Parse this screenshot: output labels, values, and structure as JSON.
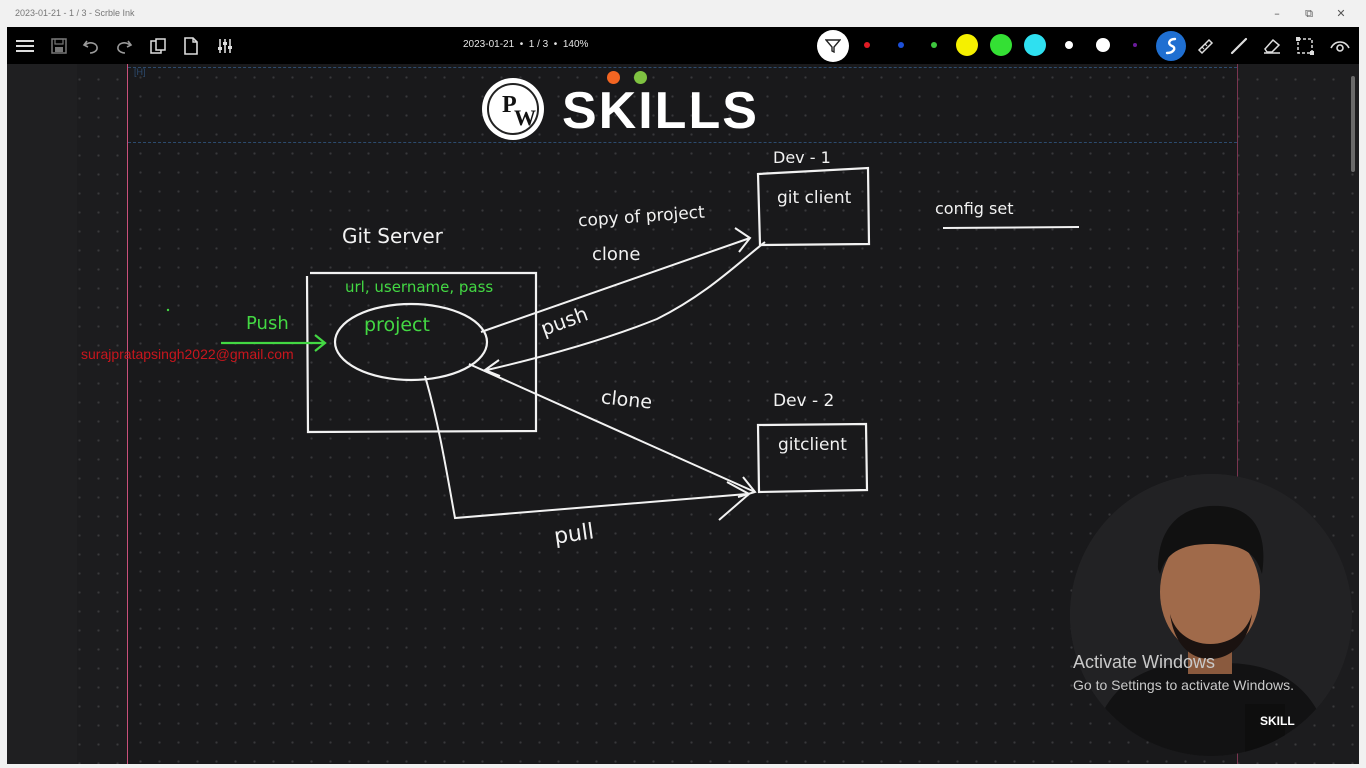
{
  "window": {
    "title": "2023-01-21 - 1 / 3 - Scrble Ink",
    "controls": {
      "minimize": "–",
      "restore": "⧉",
      "close": "✕"
    }
  },
  "toolbar": {
    "doc_info": "2023-01-21  •  1 / 3  •  140%",
    "left_icons": [
      "menu-icon",
      "save-icon",
      "undo-icon",
      "redo-icon",
      "clipboard-icon",
      "page-icon",
      "sliders-icon"
    ],
    "right_icons": [
      "pen-icon",
      "ruler-icon",
      "line-icon",
      "eraser-icon",
      "selection-icon",
      "view-icon"
    ],
    "colors": [
      "#ffffff",
      "#e01b24",
      "#1c4fd8",
      "#3ec73e",
      "#f5f000",
      "#34e034",
      "#2fe0f0",
      "#ffffff",
      "#ffffff",
      "#6a1b9a"
    ],
    "accent": "#1f6fd1"
  },
  "page": {
    "header_mark": "[H]",
    "logo_text": "SKILLS",
    "logo_p": "P",
    "logo_w": "W",
    "logo_dot_colors": [
      "#f26522",
      "#7fc241"
    ]
  },
  "sketch": {
    "git_server": "Git Server",
    "credentials": "url, username, pass",
    "project": "project",
    "push_left": "Push",
    "dev1": "Dev - 1",
    "gitclient1": "git client",
    "copy_of_project": "copy of project",
    "clone1": "clone",
    "push_label": "push",
    "config_set": "config set",
    "clone2": "clone",
    "dev2": "Dev - 2",
    "gitclient2": "gitclient",
    "pull": "pull",
    "email": "surajpratapsingh2022@gmail.com"
  },
  "overlay": {
    "activate_title": "Activate Windows",
    "activate_sub": "Go to Settings to activate Windows.",
    "webcam_badge": "SKILL"
  }
}
